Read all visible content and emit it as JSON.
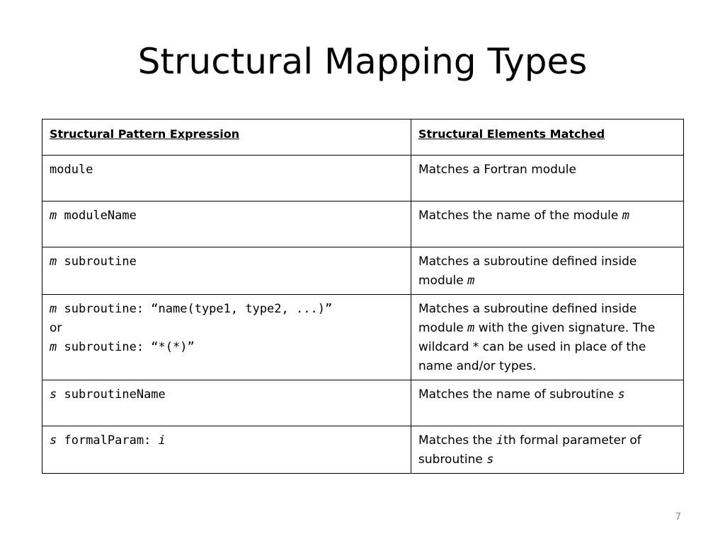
{
  "slide": {
    "title": "Structural Mapping Types",
    "page_number": "7"
  },
  "table": {
    "headers": [
      "Structural Pattern Expression",
      "Structural Elements Matched"
    ],
    "rows": [
      {
        "expr": {
          "code": "module"
        },
        "desc": {
          "text": "Matches a Fortran module"
        }
      },
      {
        "expr": {
          "var": "m",
          "code": " moduleName"
        },
        "desc": {
          "text": "Matches the name of the module ",
          "var": "m"
        }
      },
      {
        "expr": {
          "var": "m",
          "code": " subroutine"
        },
        "desc": {
          "text": "Matches a subroutine defined inside module ",
          "var": "m"
        }
      },
      {
        "expr": {
          "var1": "m",
          "code1": " subroutine: “name(type1, type2, ...)”",
          "or": "or",
          "var2": "m",
          "code2": " subroutine: “*(*)”"
        },
        "desc": {
          "text1": "Matches a subroutine defined inside module ",
          "var": "m",
          "text2": " with the given signature. The wildcard * can be used in place of the name and/or types."
        }
      },
      {
        "expr": {
          "var": "s",
          "code": " subroutineName"
        },
        "desc": {
          "text": "Matches the name of subroutine ",
          "var": "s"
        }
      },
      {
        "expr": {
          "var": "s",
          "code": " formalParam: ",
          "var2": "i"
        },
        "desc": {
          "text1": "Matches  the ",
          "var1": "i",
          "text2": "th formal parameter of subroutine ",
          "var2": "s"
        }
      }
    ]
  }
}
